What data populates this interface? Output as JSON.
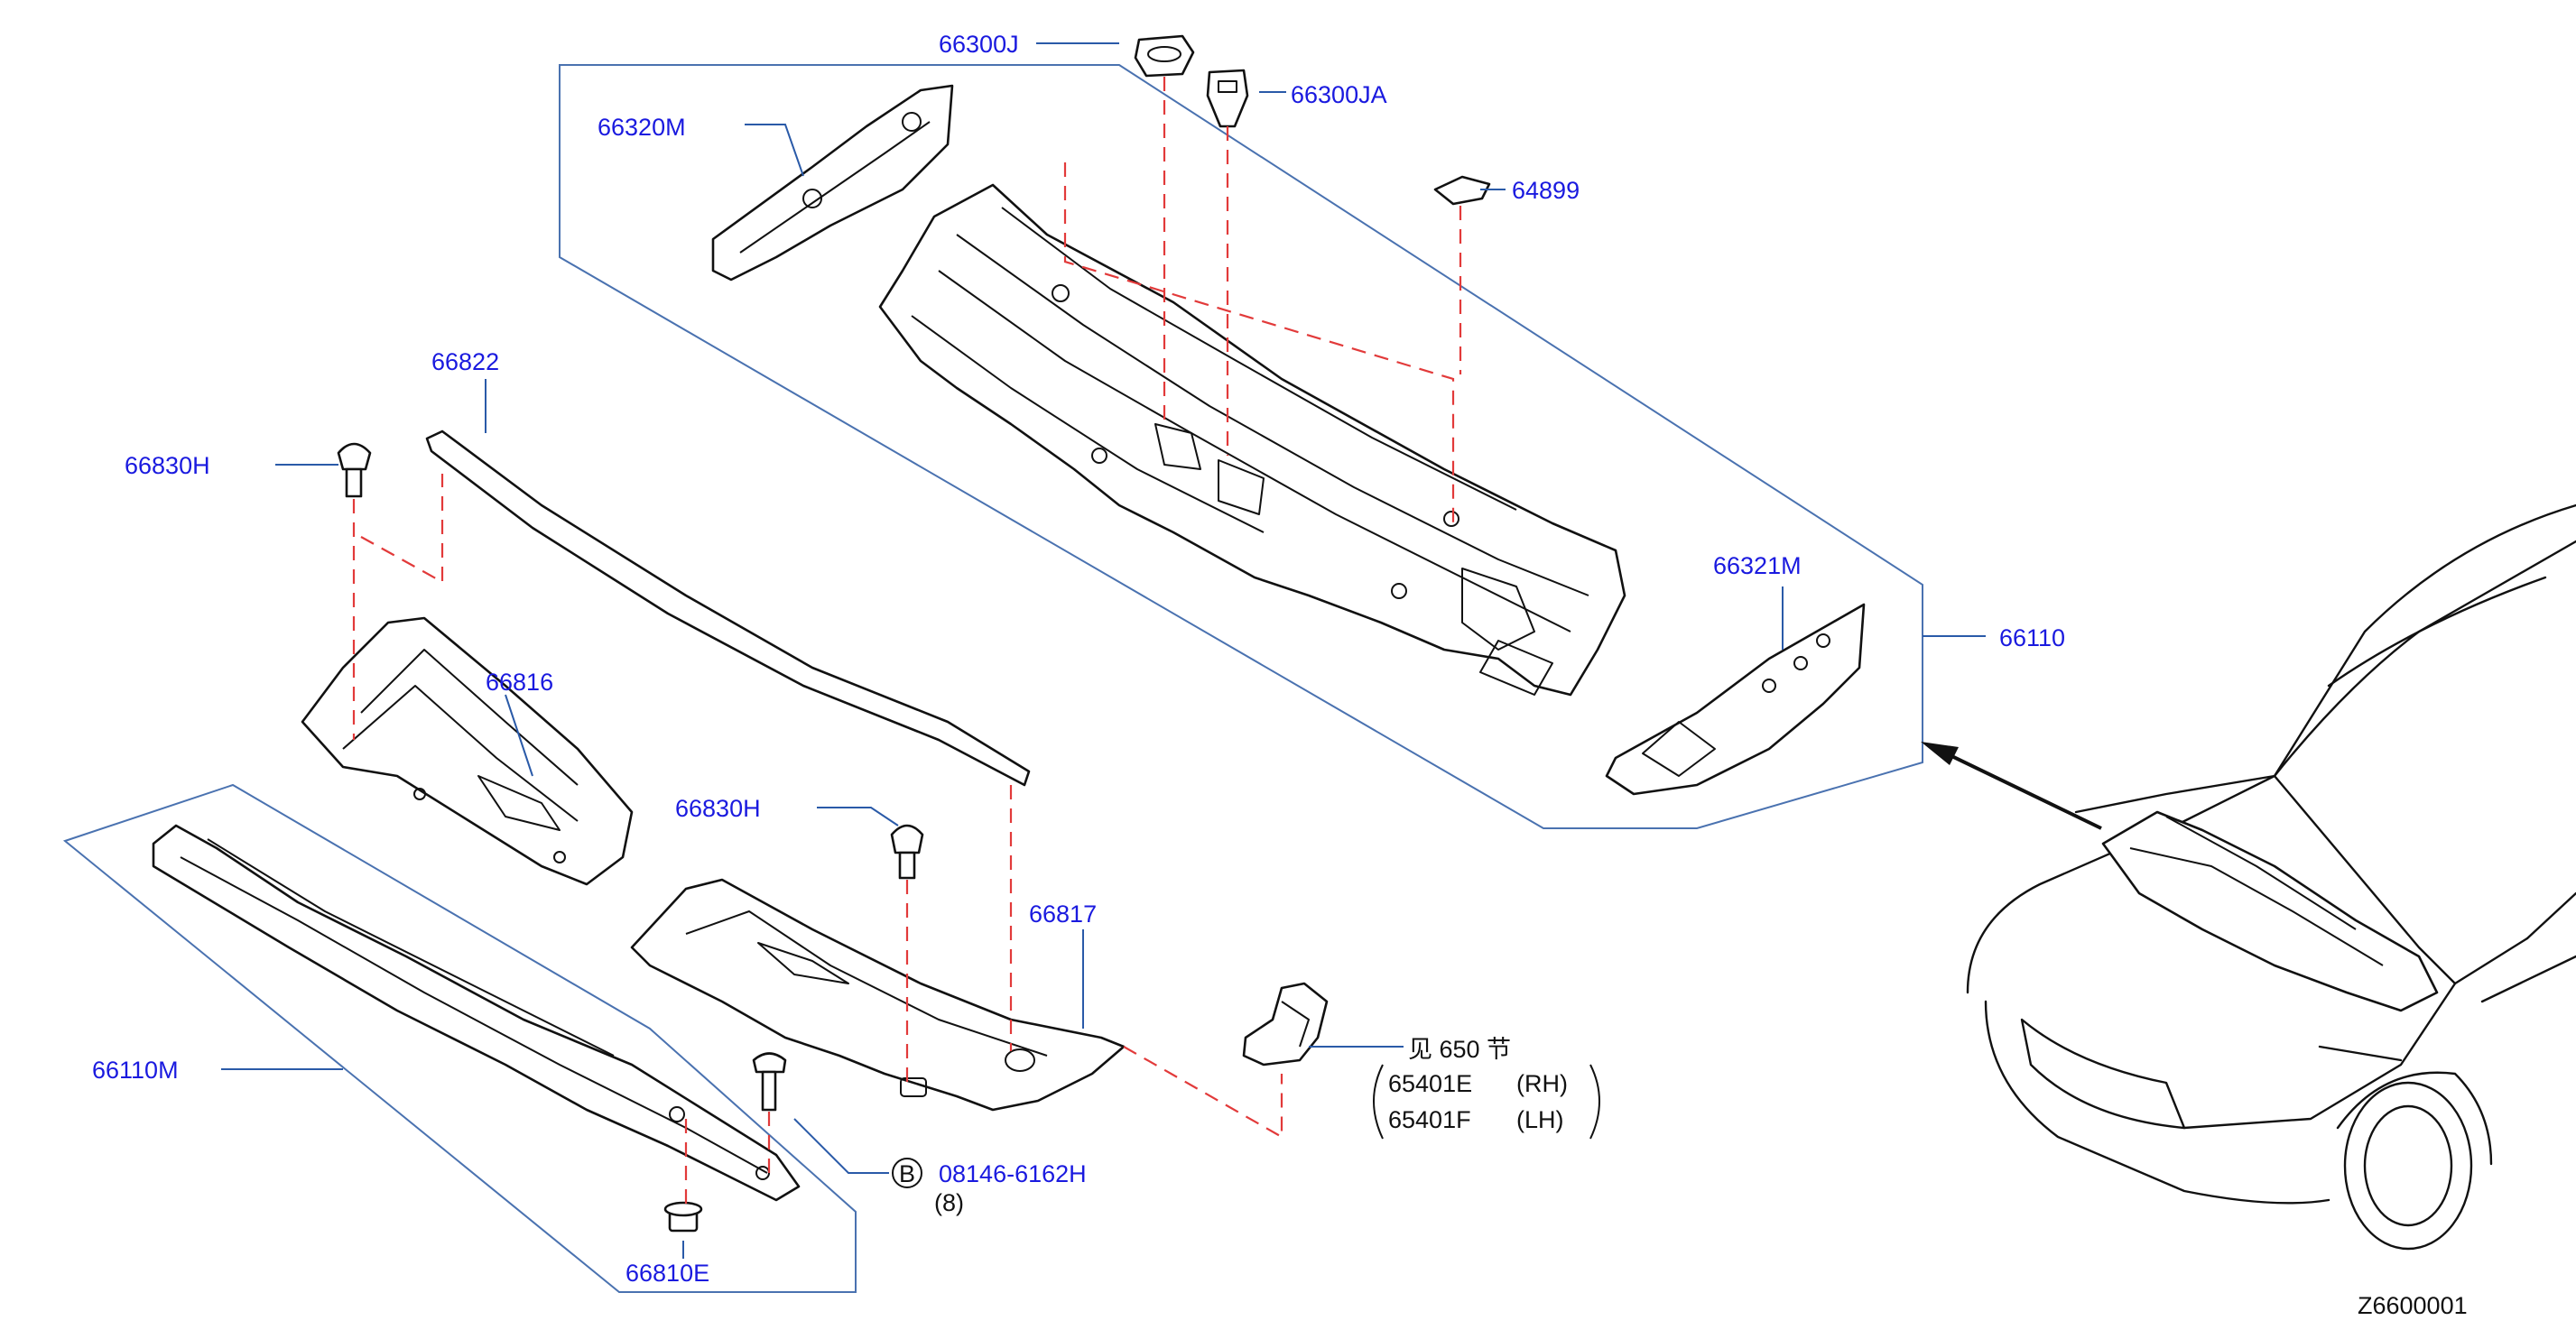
{
  "labels": {
    "p66300j": "66300J",
    "p66300ja": "66300JA",
    "p66320m": "66320M",
    "p64899": "64899",
    "p66822": "66822",
    "p66830h_top": "66830H",
    "p66816": "66816",
    "p66321m": "66321M",
    "p66110": "66110",
    "p66830h_mid": "66830H",
    "p66817": "66817",
    "p66110m": "66110M",
    "p66810e": "66810E",
    "bolt_code": "08146-6162H",
    "bolt_qty": "(8)",
    "bolt_marker": "B",
    "see_section": "见 650 节",
    "ref_rh_part": "65401E",
    "ref_rh_side": "(RH)",
    "ref_lh_part": "65401F",
    "ref_lh_side": "(LH)",
    "figure_id": "Z6600001"
  },
  "colors": {
    "part_number": "#1a1adf",
    "guide_line": "#4a72b0",
    "dashed_line": "#e23a3a",
    "outline": "#111111"
  }
}
